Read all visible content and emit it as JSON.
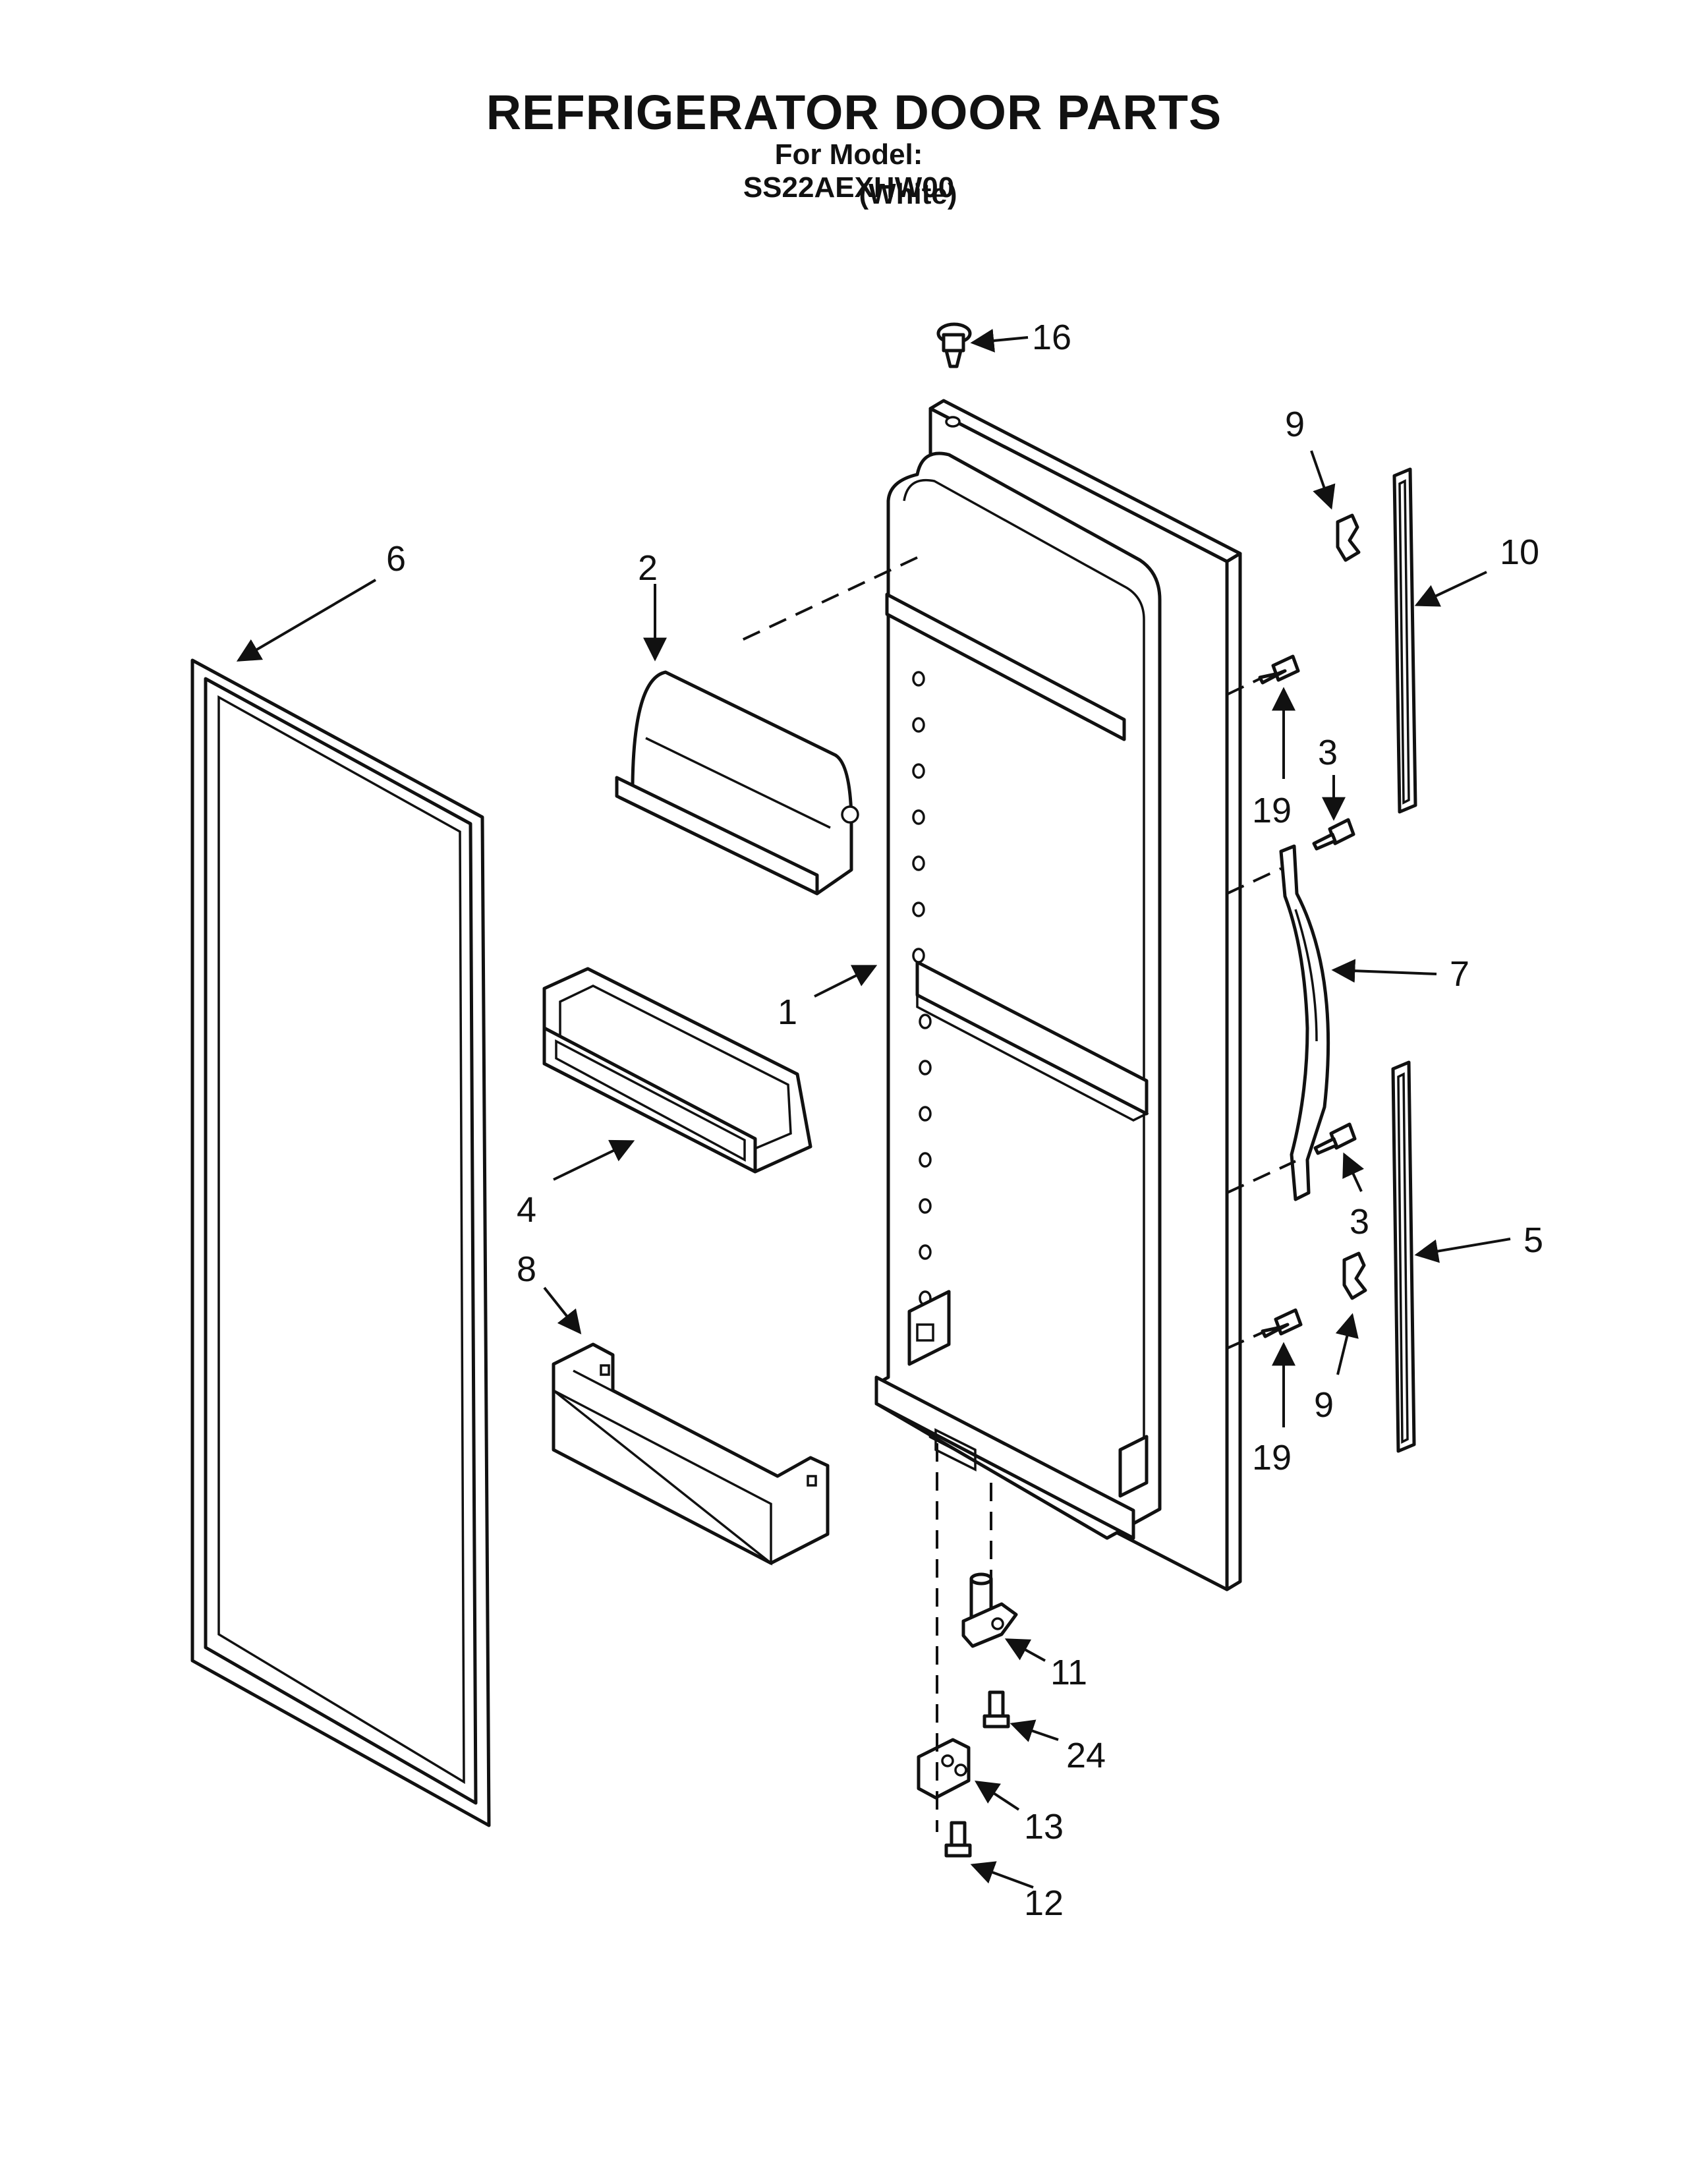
{
  "header": {
    "title": "REFRIGERATOR DOOR PARTS",
    "model_line": "For Model: SS22AEXHW00",
    "color_note": "(White)"
  },
  "callouts": {
    "door": "1",
    "dairy_door": "2",
    "screw_upper": "3",
    "screw_lower": "3",
    "bin_small": "4",
    "trim_lower": "5",
    "gasket": "6",
    "handle": "7",
    "bin_large": "8",
    "clip_upper": "9",
    "clip_lower": "9",
    "trim_upper": "10",
    "hinge": "11",
    "screw_hinge_bottom": "12",
    "hinge_bracket": "13",
    "plug": "16",
    "screw_side_upper": "19",
    "screw_side_lower": "19",
    "screw_hinge": "24"
  }
}
